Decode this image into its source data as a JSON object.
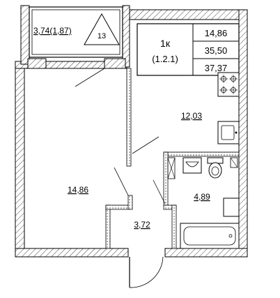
{
  "apartment": {
    "type": "1к",
    "code": "(1.2.1)",
    "living_area": "14,86",
    "total_area": "35,50",
    "total_with_balcony": "37,37"
  },
  "balcony": {
    "area": "3,74(1,87)",
    "number": "13"
  },
  "rooms": {
    "living": "14,86",
    "kitchen": "12,03",
    "bathroom": "4,89",
    "hall": "3,72"
  },
  "colors": {
    "line": "#000000",
    "background": "#ffffff",
    "hatch": "#444444"
  }
}
